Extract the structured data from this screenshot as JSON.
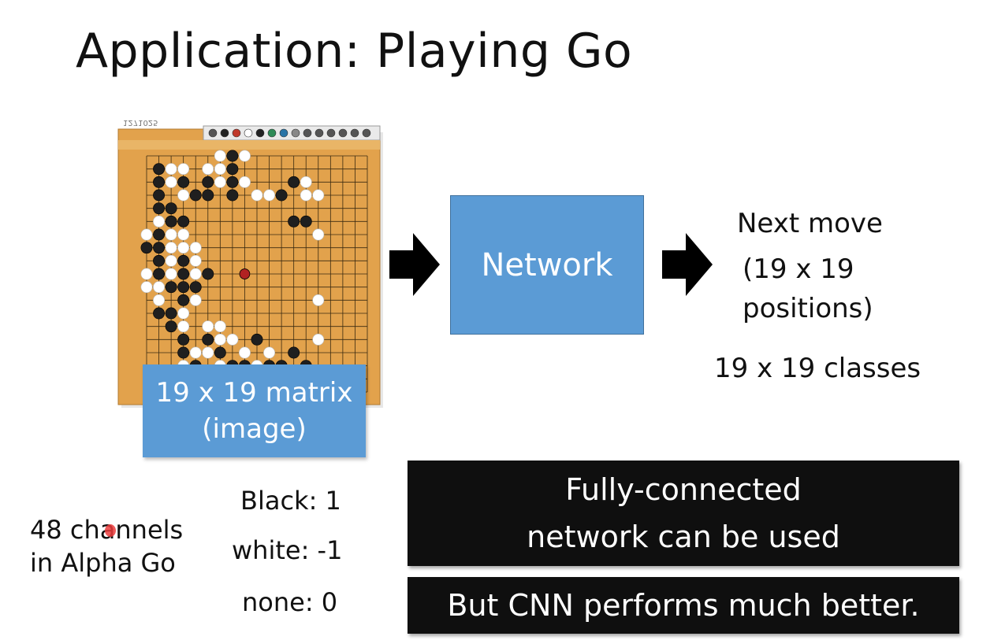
{
  "title": "Application: Playing Go",
  "board": {
    "caption": "1271025",
    "size": 19
  },
  "matrix_box": {
    "line1": "19 x 19 matrix",
    "line2": "(image)"
  },
  "network_box": {
    "label": "Network"
  },
  "output": {
    "line1": "Next move",
    "line2": "(19 x 19",
    "line3": "positions)",
    "classes": "19 x 19 classes"
  },
  "encoding": {
    "black": "Black: 1",
    "white": "white: -1",
    "none": "none: 0"
  },
  "channels": {
    "line1": "48 channels",
    "line2": "in Alpha Go"
  },
  "notes": {
    "fully_connected_line1": "Fully-connected",
    "fully_connected_line2": "network can be used",
    "cnn_better": "But CNN performs much better."
  },
  "colors": {
    "board": "#e2a24c",
    "box_blue": "#5b9bd5",
    "dark_box": "#0f0f0f"
  }
}
